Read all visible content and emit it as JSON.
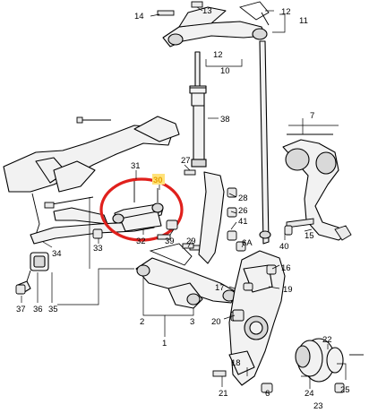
{
  "callouts": {
    "c14": "14",
    "c13": "13",
    "c12a": "12",
    "c11": "11",
    "c12b": "12",
    "c10": "10",
    "c38": "38",
    "c7": "7",
    "c31": "31",
    "c30": "30",
    "c27": "27",
    "c28": "28",
    "c26": "26",
    "c41": "41",
    "c40": "40",
    "c15": "15",
    "c33": "33",
    "c32": "32",
    "c39": "39",
    "c29": "29",
    "c6a": "6A",
    "c34": "34",
    "c16": "16",
    "c17": "17",
    "c19": "19",
    "c37": "37",
    "c36": "36",
    "c35": "35",
    "c2": "2",
    "c3": "3",
    "c1": "1",
    "c20": "20",
    "c22": "22",
    "c18": "18",
    "c21": "21",
    "c6": "6",
    "c24": "24",
    "c25": "25",
    "c23": "23"
  },
  "colors": {
    "highlight_ring": "#e0201c",
    "highlight_label": "#e8a200"
  }
}
